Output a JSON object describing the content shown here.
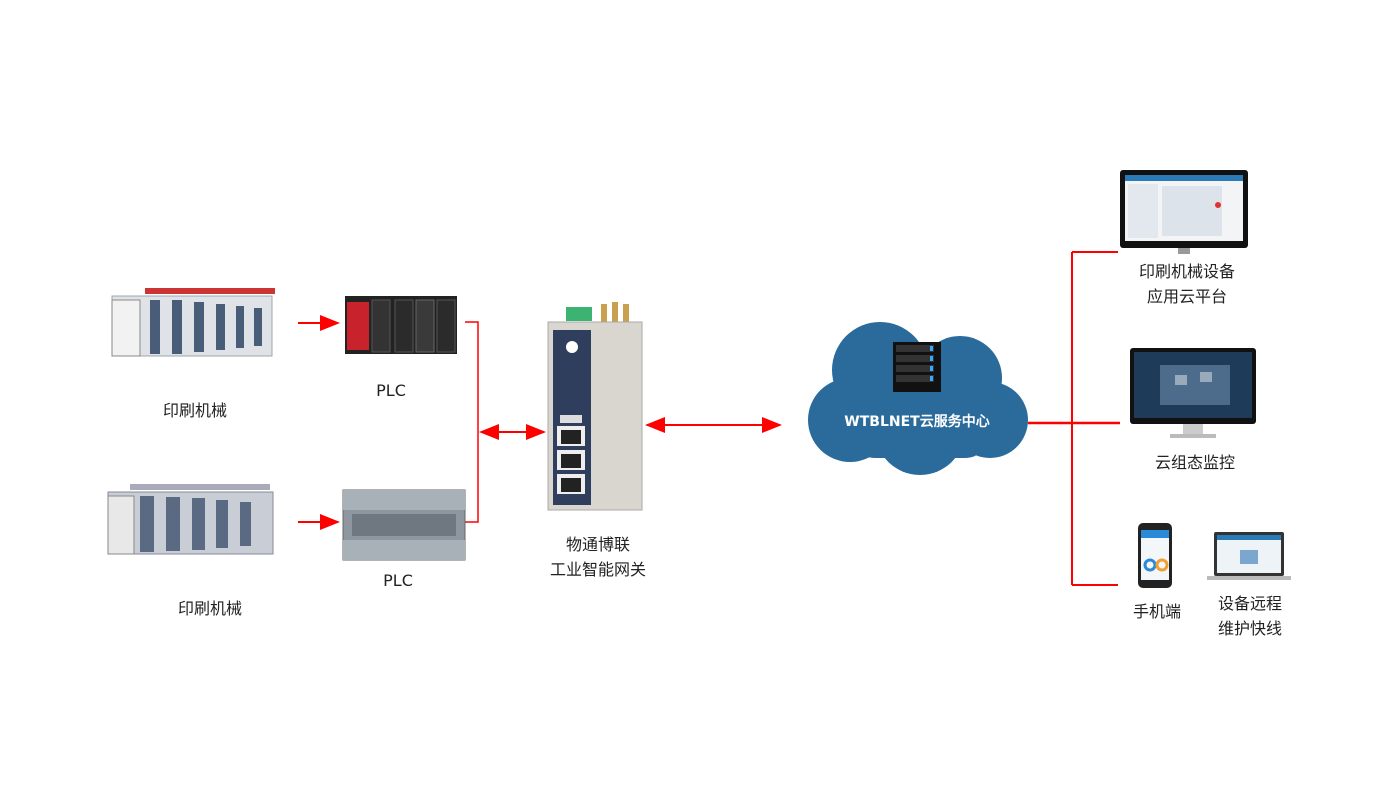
{
  "devices": {
    "machine_top": {
      "label": "印刷机械"
    },
    "machine_bottom": {
      "label": "印刷机械"
    },
    "plc_top": {
      "label": "PLC"
    },
    "plc_bottom": {
      "label": "PLC"
    },
    "gateway": {
      "label_line1": "物通博联",
      "label_line2": "工业智能网关"
    },
    "cloud": {
      "label": "WTBLNET云服务中心"
    }
  },
  "endpoints": {
    "platform": {
      "label_line1": "印刷机械设备",
      "label_line2": "应用云平台"
    },
    "scada": {
      "label": "云组态监控"
    },
    "mobile": {
      "label": "手机端"
    },
    "remote": {
      "label_line1": "设备远程",
      "label_line2": "维护快线"
    }
  },
  "colors": {
    "link": "#ff0000",
    "cloud": "#2a6b9c",
    "screen": "#1f3b5a"
  }
}
